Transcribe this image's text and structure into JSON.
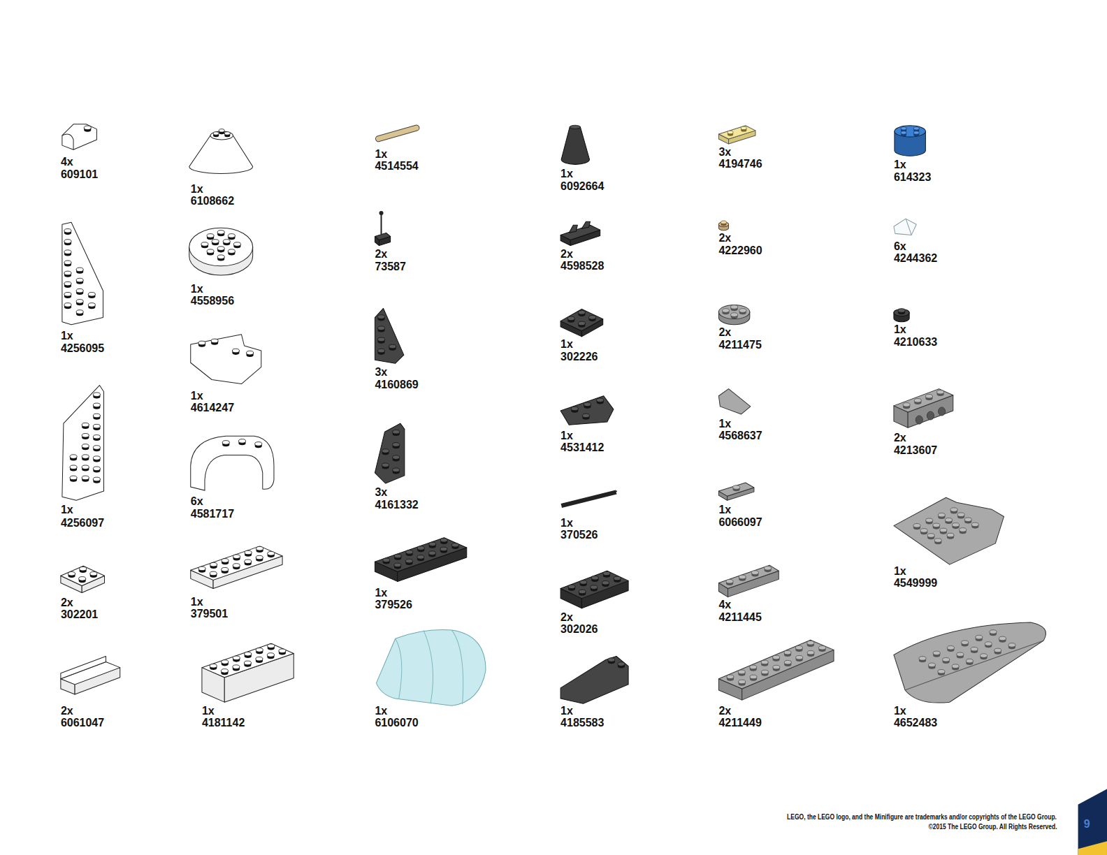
{
  "diagram": {
    "labels": [
      "4x",
      "609101",
      "1x",
      "4256095",
      "1x",
      "4256097",
      "2x",
      "302201",
      "2x",
      "6061047",
      "1x",
      "6108662",
      "1x",
      "4558956",
      "1x",
      "4614247",
      "6x",
      "4581717",
      "1x",
      "379501",
      "1x",
      "4181142",
      "1x",
      "4514554",
      "2x",
      "73587",
      "3x",
      "4160869",
      "3x",
      "4161332",
      "1x",
      "379526",
      "1x",
      "6106070",
      "1x",
      "6092664",
      "2x",
      "4598528",
      "1x",
      "302226",
      "1x",
      "4531412",
      "1x",
      "370526",
      "2x",
      "302026",
      "1x",
      "4185583",
      "3x",
      "4194746",
      "2x",
      "4222960",
      "2x",
      "4211475",
      "1x",
      "4568637",
      "1x",
      "6066097",
      "4x",
      "4211445",
      "2x",
      "4211449",
      "1x",
      "614323",
      "6x",
      "4244362",
      "1x",
      "4210633",
      "2x",
      "4213607",
      "1x",
      "4549999",
      "1x",
      "4652483",
      "LEGO, the LEGO logo, and the Minifigure are trademarks and/or copyrights of the LEGO Group.",
      "©2015 The LEGO Group. All Rights Reserved.",
      "9"
    ]
  }
}
